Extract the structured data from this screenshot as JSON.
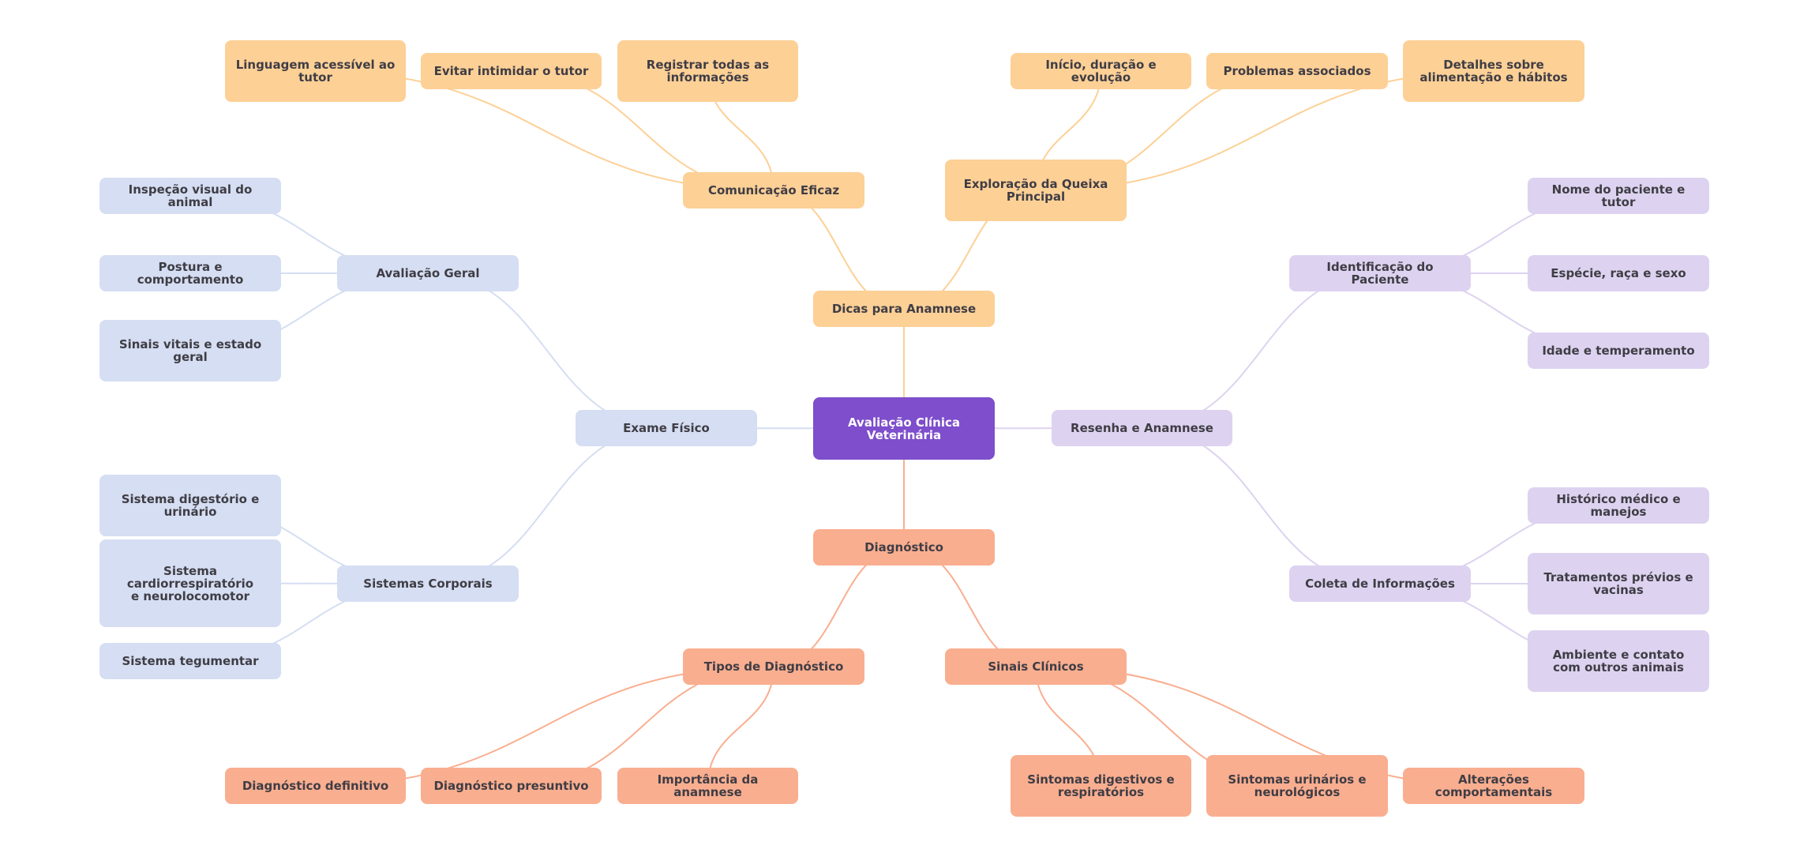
{
  "title": "Avaliação Clínica Veterinária",
  "colors": {
    "center": "#7E4ECC",
    "dicas_branch": "#FDD096",
    "exame_branch": "#D5DEF2",
    "resenha_branch": "#DDD3F0",
    "diagnostico_branch": "#F9AE8F",
    "text": "#3f3d45"
  },
  "nodes": {
    "root": "Avaliação Clínica Veterinária",
    "dicas": "Dicas para Anamnese",
    "comunicacao": "Comunicação Eficaz",
    "exploracao": "Exploração da Queixa Principal",
    "linguagem": "Linguagem acessível ao tutor",
    "evitar": "Evitar intimidar o tutor",
    "registrar": "Registrar todas as informações",
    "inicio": "Início, duração e evolução",
    "problemas": "Problemas associados",
    "detalhes": "Detalhes sobre alimentação e hábitos",
    "exame": "Exame Físico",
    "avaliacao_geral": "Avaliação Geral",
    "sistemas": "Sistemas Corporais",
    "inspecao": "Inspeção visual do animal",
    "postura": "Postura e comportamento",
    "sinais_vitais": "Sinais vitais e estado geral",
    "digestorio": "Sistema digestório e urinário",
    "cardio": "Sistema cardiorrespiratório e neurolocomotor",
    "tegumentar": "Sistema tegumentar",
    "resenha": "Resenha e Anamnese",
    "identificacao": "Identificação do Paciente",
    "coleta": "Coleta de Informações",
    "nome": "Nome do paciente e tutor",
    "especie": "Espécie, raça e sexo",
    "idade": "Idade e temperamento",
    "historico": "Histórico médico e manejos",
    "tratamentos": "Tratamentos prévios e vacinas",
    "ambiente": "Ambiente e contato com outros animais",
    "diagnostico": "Diagnóstico",
    "tipos": "Tipos de Diagnóstico",
    "sinais_clinicos": "Sinais Clínicos",
    "definitivo": "Diagnóstico definitivo",
    "presuntivo": "Diagnóstico presuntivo",
    "importancia": "Importância da anamnese",
    "sint_digestivos": "Sintomas digestivos e respiratórios",
    "sint_urinarios": "Sintomas urinários e neurológicos",
    "alteracoes": "Alterações comportamentais"
  },
  "tree": {
    "root": [
      "dicas",
      "exame",
      "resenha",
      "diagnostico"
    ],
    "dicas": [
      "comunicacao",
      "exploracao"
    ],
    "comunicacao": [
      "linguagem",
      "evitar",
      "registrar"
    ],
    "exploracao": [
      "inicio",
      "problemas",
      "detalhes"
    ],
    "exame": [
      "avaliacao_geral",
      "sistemas"
    ],
    "avaliacao_geral": [
      "inspecao",
      "postura",
      "sinais_vitais"
    ],
    "sistemas": [
      "digestorio",
      "cardio",
      "tegumentar"
    ],
    "resenha": [
      "identificacao",
      "coleta"
    ],
    "identificacao": [
      "nome",
      "especie",
      "idade"
    ],
    "coleta": [
      "historico",
      "tratamentos",
      "ambiente"
    ],
    "diagnostico": [
      "tipos",
      "sinais_clinicos"
    ],
    "tipos": [
      "definitivo",
      "presuntivo",
      "importancia"
    ],
    "sinais_clinicos": [
      "sint_digestivos",
      "sint_urinarios",
      "alteracoes"
    ]
  }
}
